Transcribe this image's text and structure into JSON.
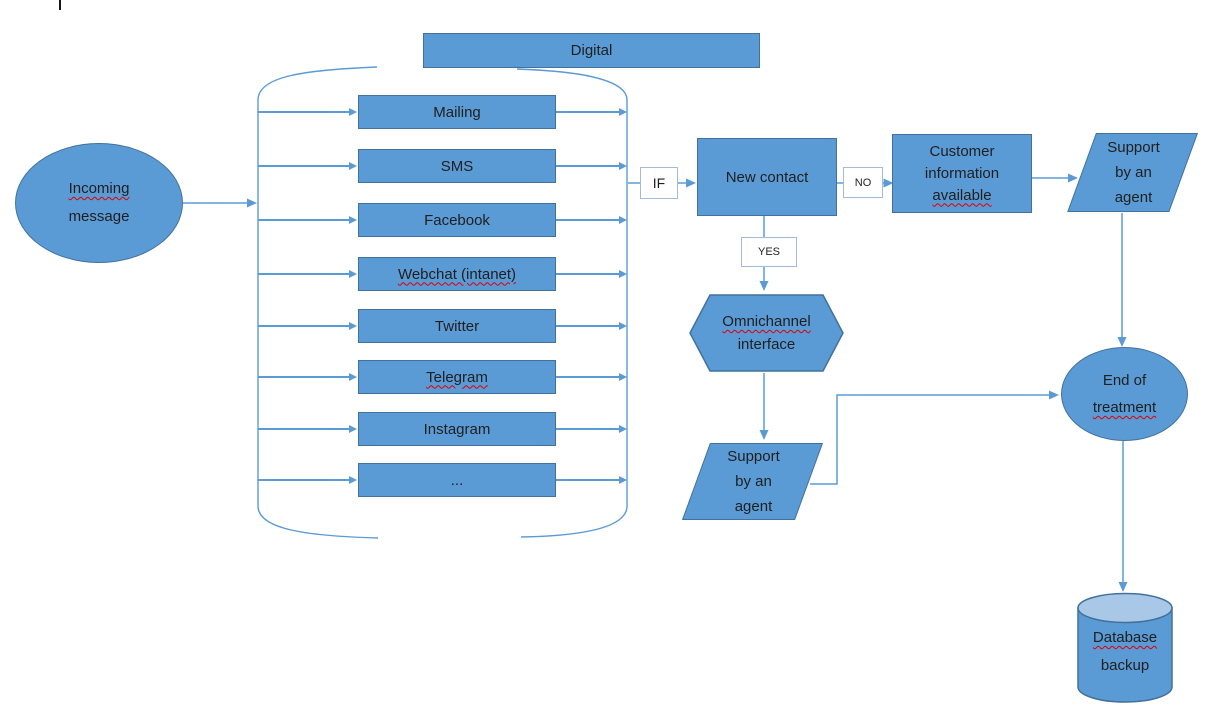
{
  "colors": {
    "fill": "#5b9bd5",
    "border": "#41719c",
    "connector": "#5b9bd5",
    "small_box_border": "#a3bbd9",
    "cylinder_top_fill": "#a9c8e8",
    "text": "#1f1f1f",
    "squiggle": "#e00000"
  },
  "start_node": {
    "lines": [
      {
        "text": "Incoming",
        "squiggle": true
      },
      {
        "text": "message",
        "squiggle": false
      }
    ]
  },
  "header": {
    "label": "Digital"
  },
  "channels": [
    {
      "label": "Mailing",
      "squiggle": false
    },
    {
      "label": "SMS",
      "squiggle": false
    },
    {
      "label": "Facebook",
      "squiggle": false
    },
    {
      "label": "Webchat (intanet)",
      "squiggle": true
    },
    {
      "label": "Twitter",
      "squiggle": false
    },
    {
      "label": "Telegram",
      "squiggle": true
    },
    {
      "label": "Instagram",
      "squiggle": false
    },
    {
      "label": "...",
      "squiggle": false
    }
  ],
  "decision": {
    "if_label": "IF",
    "new_contact_label": "New contact",
    "no_label": "NO",
    "yes_label": "YES"
  },
  "customer_info": {
    "lines": [
      {
        "text": "Customer",
        "squiggle": false
      },
      {
        "text": "information",
        "squiggle": false
      },
      {
        "text": "available",
        "squiggle": true
      }
    ]
  },
  "agent_support_top": {
    "lines": [
      {
        "text": "Support",
        "squiggle": false
      },
      {
        "text": "by an",
        "squiggle": false
      },
      {
        "text": "agent",
        "squiggle": false
      }
    ]
  },
  "omnichannel": {
    "lines": [
      {
        "text": "Omnichannel",
        "squiggle": true
      },
      {
        "text": "interface",
        "squiggle": false
      }
    ]
  },
  "agent_support_bottom": {
    "lines": [
      {
        "text": "Support",
        "squiggle": false
      },
      {
        "text": "by an",
        "squiggle": false
      },
      {
        "text": "agent",
        "squiggle": false
      }
    ]
  },
  "end_node": {
    "lines": [
      {
        "text": "End of",
        "squiggle": false
      },
      {
        "text": "treatment",
        "squiggle": true
      }
    ]
  },
  "database": {
    "lines": [
      {
        "text": "Database",
        "squiggle": true
      },
      {
        "text": "backup",
        "squiggle": false
      }
    ]
  }
}
